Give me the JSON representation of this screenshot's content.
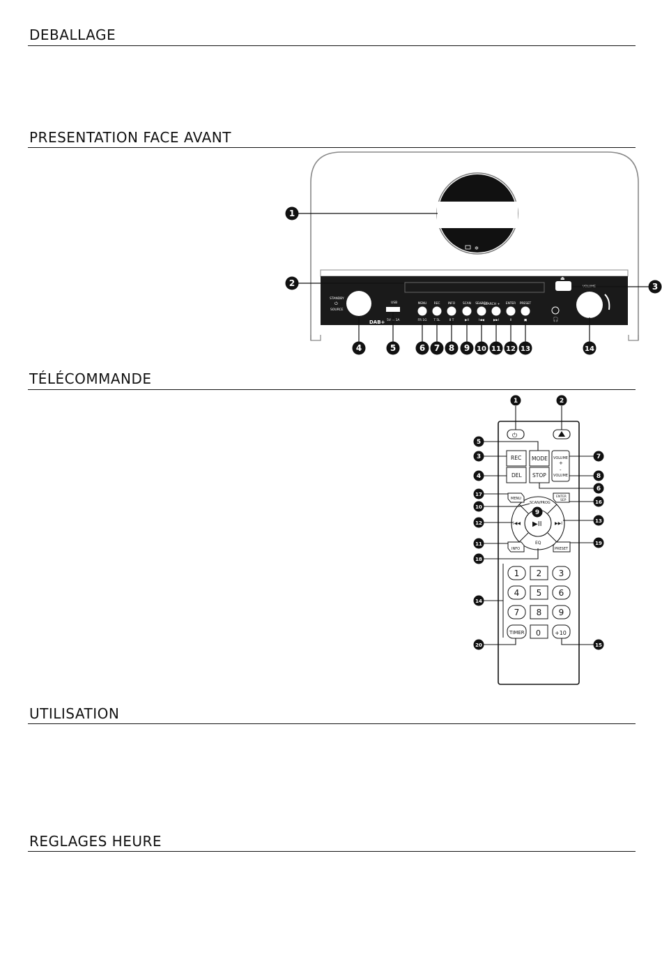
{
  "sections": {
    "deballage": "DEBALLAGE",
    "face_avant": "PRESENTATION FACE AVANT",
    "telecommande": "TÉLÉCOMMANDE",
    "utilisation": "UTILISATION",
    "reglages": "REGLAGES HEURE"
  },
  "front_panel": {
    "standby_label": "STANDBY",
    "source_label": "SOURCE",
    "usb_label": "USB",
    "usb_spec": "5V = 1A",
    "dab_logo": "DAB+",
    "volume_label": "VOLUME",
    "buttons": [
      {
        "top": "MENU",
        "bottom": "FR 1G"
      },
      {
        "top": "REC",
        "bottom": "T  5L"
      },
      {
        "top": "INFO",
        "bottom": "8  T"
      },
      {
        "top": "SCAN",
        "bottom": "▶II"
      },
      {
        "top": "SEARCH",
        "bottom": "I◀◀"
      },
      {
        "top": "",
        "bottom": "▶▶I"
      },
      {
        "top": "ENTER",
        "bottom": "II"
      },
      {
        "top": "PRESET",
        "bottom": "■"
      }
    ],
    "search_label": "— SEARCH +",
    "callouts": [
      "1",
      "2",
      "3",
      "4",
      "5",
      "6",
      "7",
      "8",
      "9",
      "10",
      "11",
      "12",
      "13",
      "14"
    ]
  },
  "remote": {
    "rec": "REC",
    "mode": "MODE",
    "del": "DEL",
    "stop": "STOP",
    "volume_plus": "VOLUME",
    "plus": "+",
    "minus": "-",
    "volume_minus": "VOLUME",
    "menu": "MENU",
    "enter_sep": "ENTER",
    "sep": "SEP",
    "scan_prog": "SCAN/PROG",
    "eq": "EQ",
    "info": "INFO",
    "preset": "PRESET",
    "play": "▶II",
    "prev": "I◀◀",
    "next": "▶▶I",
    "keys": [
      "1",
      "2",
      "3",
      "4",
      "5",
      "6",
      "7",
      "8",
      "9"
    ],
    "timer": "TIMER",
    "zero": "0",
    "plus10": "+10",
    "callouts": [
      "1",
      "2",
      "5",
      "3",
      "4",
      "7",
      "8",
      "6",
      "17",
      "16",
      "10",
      "9",
      "12",
      "13",
      "11",
      "19",
      "18",
      "14",
      "20",
      "15"
    ]
  }
}
